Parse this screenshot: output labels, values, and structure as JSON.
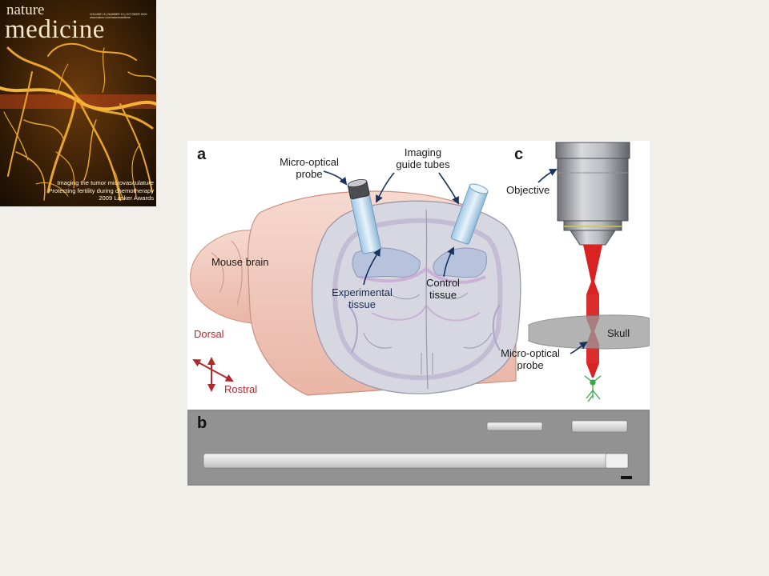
{
  "cover": {
    "journal_line1": "nature",
    "journal_line2": "medicine",
    "volume_line1": "VOLUME 15 | NUMBER 10 | OCTOBER 2009",
    "volume_line2": "www.nature.com/naturemedicine",
    "headline1": "Imaging the tumor microvasculature",
    "headline2": "Protecting fertility during chemotherapy",
    "headline3": "2009 Lasker Awards",
    "colors": {
      "background": "#2a1604",
      "vessels": "#e8a52a"
    }
  },
  "figure": {
    "panel_a": {
      "letter": "a",
      "probe_label_line1": "Micro-optical",
      "probe_label_line2": "probe",
      "tubes_label_line1": "Imaging",
      "tubes_label_line2": "guide tubes",
      "brain_label": "Mouse brain",
      "experimental_line1": "Experimental",
      "experimental_line2": "tissue",
      "control_line1": "Control",
      "control_line2": "tissue",
      "dorsal_label": "Dorsal",
      "rostral_label": "Rostral"
    },
    "panel_b": {
      "letter": "b"
    },
    "panel_c": {
      "letter": "c",
      "objective_label": "Objective",
      "skull_label": "Skull",
      "probe_label_line1": "Micro-optical",
      "probe_label_line2": "probe"
    },
    "colors": {
      "brain_pink": "#f0c9bd",
      "section_gray": "#d6d7e0",
      "ventricle_blue": "#b7c3dd",
      "beam_red": "#d92222",
      "arrow_navy": "#17325f",
      "axis_red": "#b3282d"
    }
  }
}
